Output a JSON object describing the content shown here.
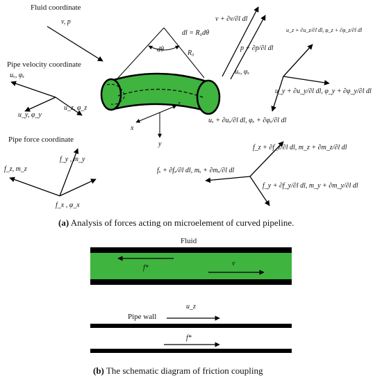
{
  "figure_a": {
    "labels": {
      "fluid_coordinate": "Fluid coordinate",
      "fluid_vars": "v, p",
      "pipe_velocity_coordinate": "Pipe velocity coordinate",
      "pipe_force_coordinate": "Pipe force coordinate",
      "dl_eq": "dl = R₀dθ",
      "dtheta": "dθ",
      "radius": "R₀",
      "axis_x": "x",
      "axis_y": "y",
      "axis_z": "z"
    },
    "velocity_axes": {
      "ux": "uₓ, φₓ",
      "uy": "u_y, φ_y",
      "uz": "u_z, φ_z"
    },
    "force_axes": {
      "fy": "f_y , m_y",
      "fz": "f_z, m_z",
      "fx": "f_x , φ_x"
    },
    "fluid_out": {
      "v": "v + ∂v/∂l dl",
      "p": "p + ∂p/∂l dl",
      "uxphix": "uₓ, φₓ"
    },
    "velocity_out": {
      "top": "u_z + ∂u_z/∂l dl, φ_z + ∂φ_z/∂l dl",
      "right": "u_y + ∂u_y/∂l dl, φ_y + ∂φ_y/∂l dl",
      "bottom": "uₓ + ∂uₓ/∂l dl, φₓ + ∂φₓ/∂l dl"
    },
    "force_out": {
      "top": "f_z + ∂f_z/∂l dl, m_z + ∂m_z/∂l dl",
      "left": "fₓ + ∂fₓ/∂l dl, mₓ + ∂mₓ/∂l dl",
      "bottom": "f_y + ∂f_y/∂l dl, m_y + ∂m_y/∂l dl"
    },
    "caption_tag": "(a)",
    "caption": "Analysis of forces acting on microelement of curved pipeline."
  },
  "figure_b": {
    "fluid": "Fluid",
    "f_star_fluid": "f*",
    "v": "v",
    "uz": "u_z",
    "pipe_wall": "Pipe wall",
    "f_star_wall": "f*",
    "caption_tag": "(b)",
    "caption": "The schematic diagram of friction coupling"
  },
  "colors": {
    "pipe_green": "#3fb43f",
    "wall_black": "#000000"
  }
}
